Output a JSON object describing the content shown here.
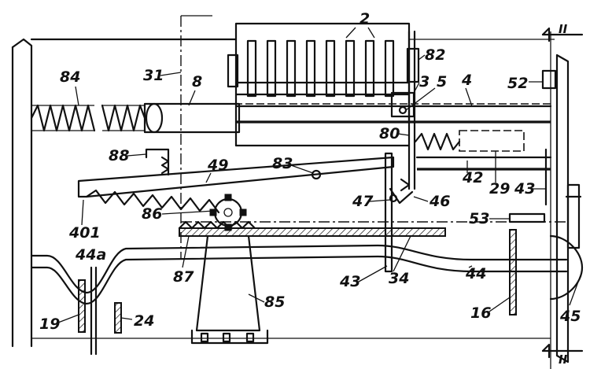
{
  "diagram": {
    "labels": {
      "l2": "2",
      "l82": "82",
      "l3": "3",
      "l5": "5",
      "l4": "4",
      "l52": "52",
      "l84": "84",
      "l31": "31",
      "l8": "8",
      "l80": "80",
      "l88": "88",
      "l49": "49",
      "l83": "83",
      "l42": "42",
      "l29": "29",
      "l43a": "43",
      "l47": "47",
      "l46": "46",
      "l401": "401",
      "l86": "86",
      "l53": "53",
      "l87": "87",
      "l44a": "44a",
      "l34": "34",
      "l44": "44",
      "l85": "85",
      "l43b": "43",
      "l19": "19",
      "l24": "24",
      "l16": "16",
      "l45": "45",
      "sec_top": "II",
      "sec_bot": "II"
    }
  }
}
